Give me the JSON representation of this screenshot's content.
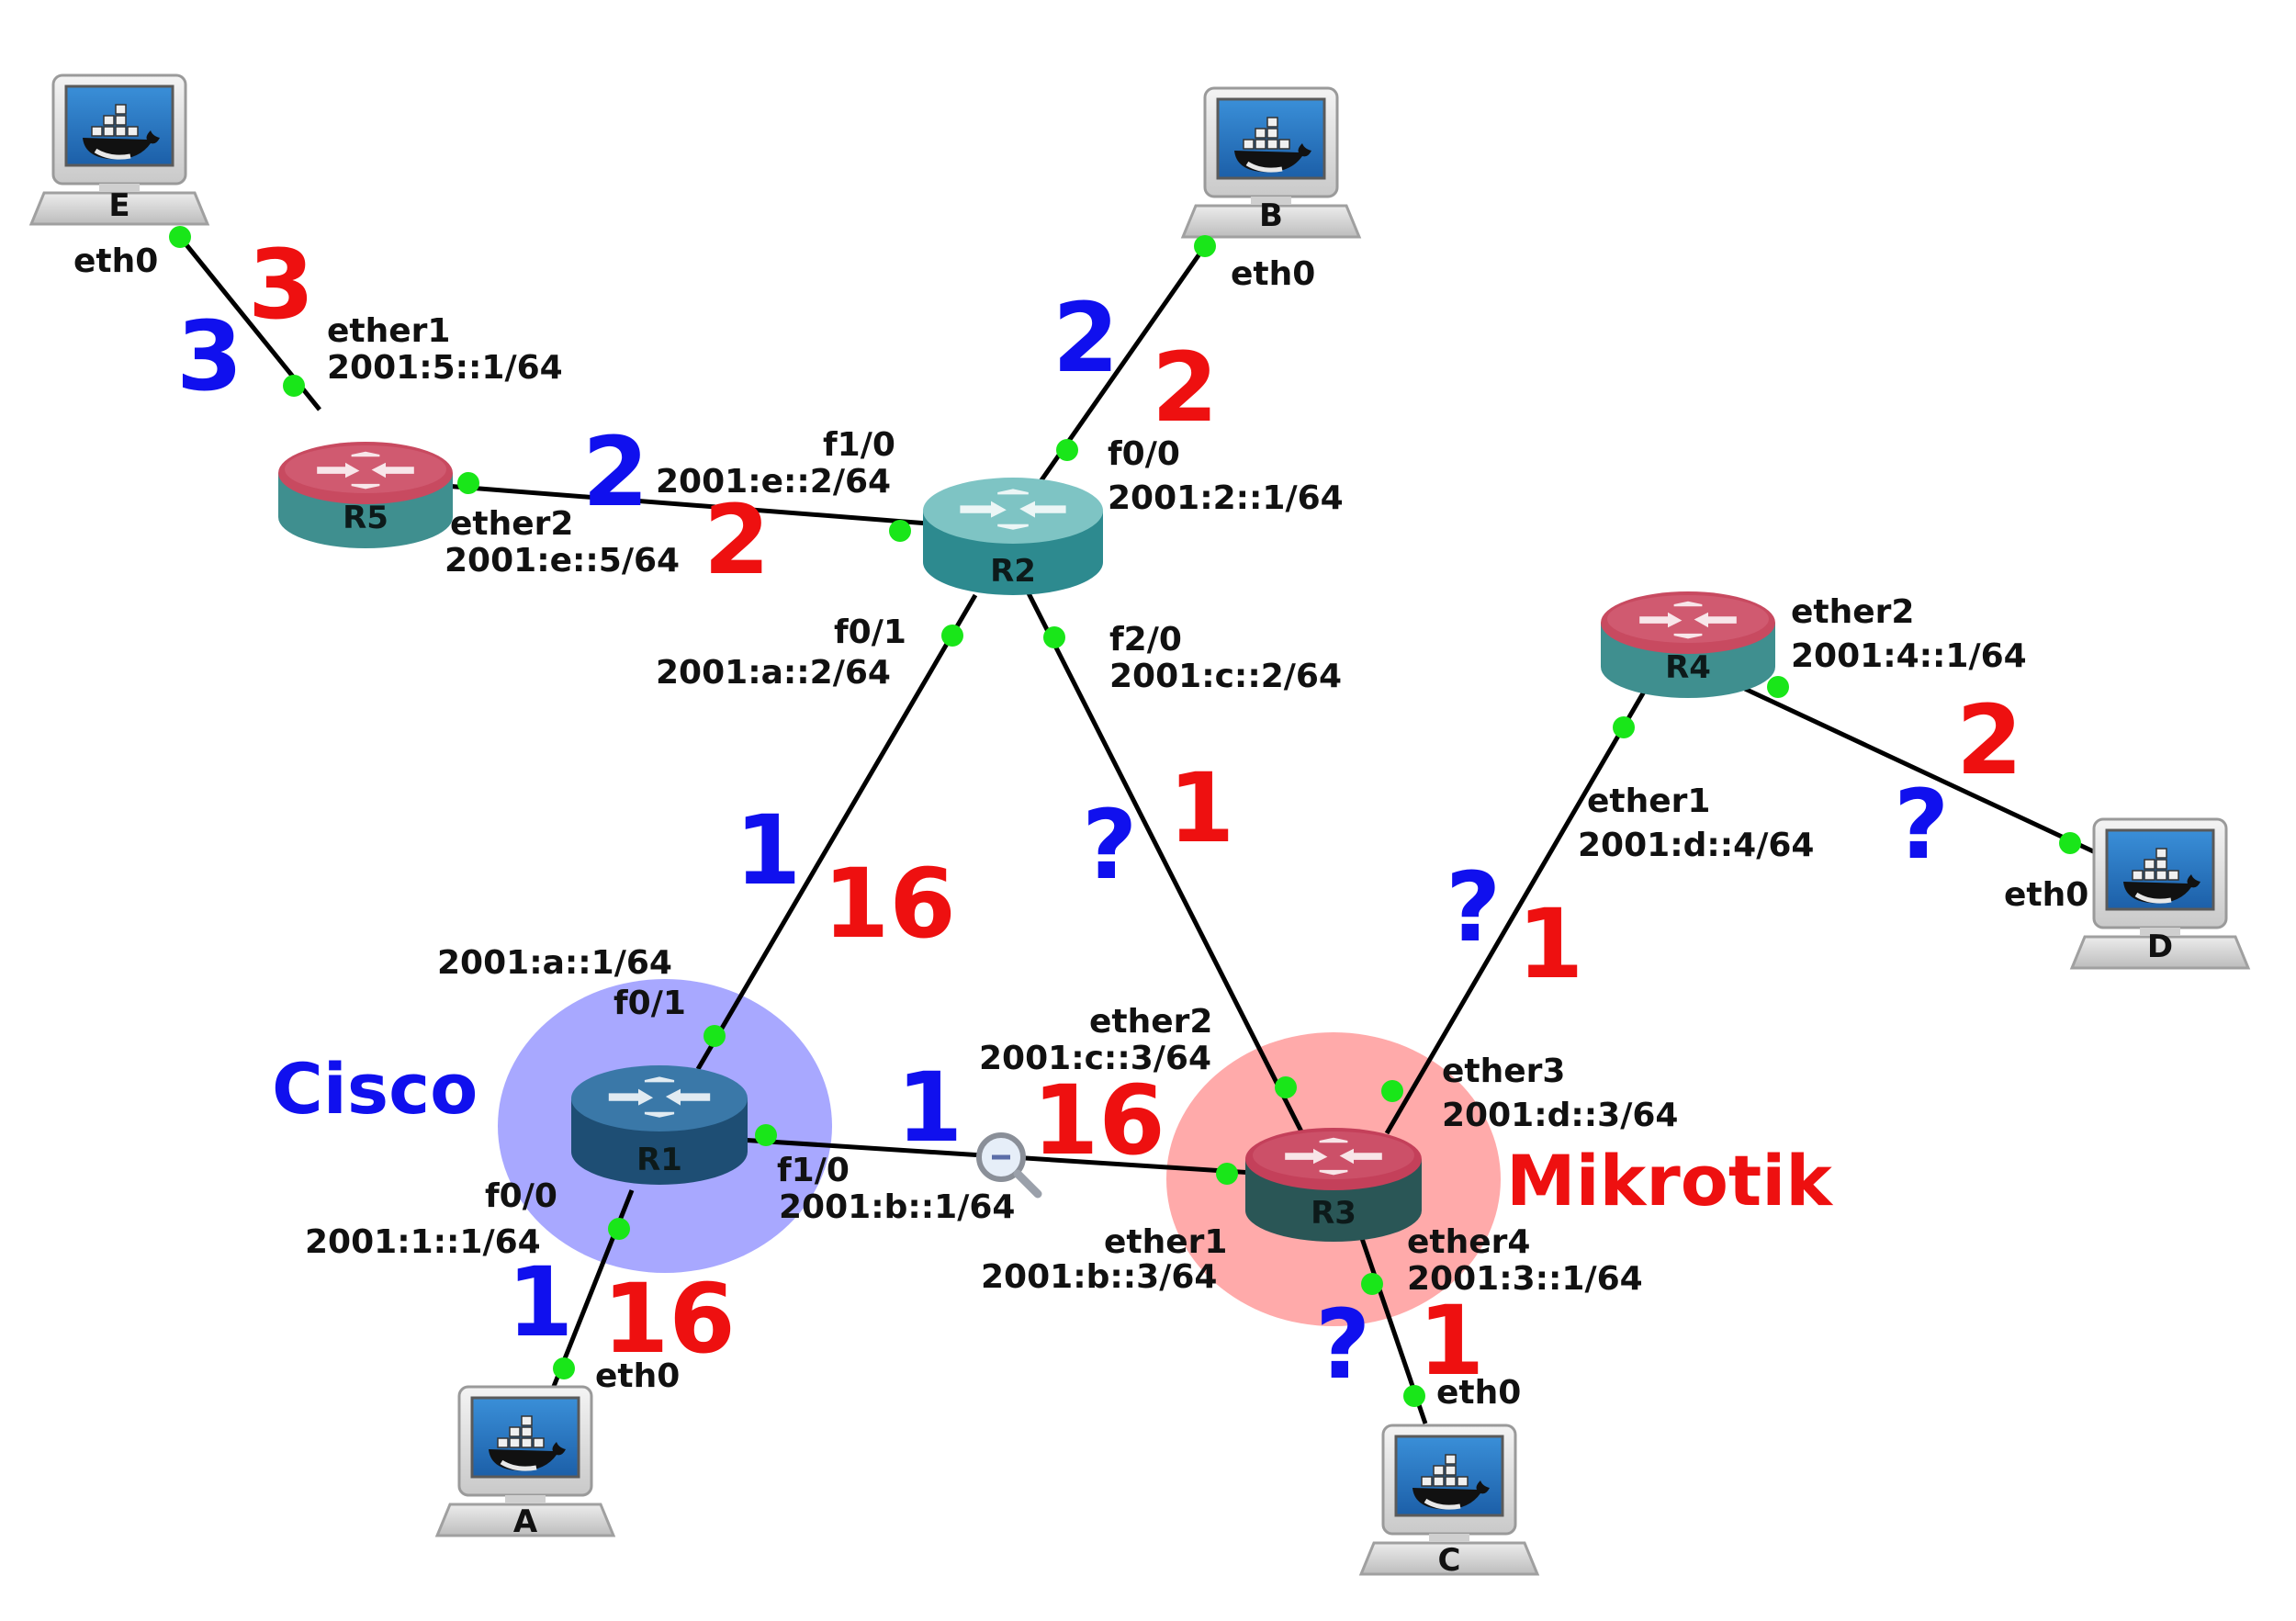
{
  "colors": {
    "cisco_metric": "#1010ee",
    "mikrotik_metric": "#ee1010",
    "cisco_zone": "#a8a8ff",
    "mikrotik_zone": "#ffaaaa",
    "port": "#19e619"
  },
  "zones": {
    "cisco": "Cisco",
    "mikrotik": "Mikrotik"
  },
  "routers": {
    "r1": "R1",
    "r2": "R2",
    "r3": "R3",
    "r4": "R4",
    "r5": "R5"
  },
  "hosts": {
    "a": "A",
    "b": "B",
    "c": "C",
    "d": "D",
    "e": "E"
  },
  "interfaces": {
    "e_eth0": "eth0",
    "r5_ether1": [
      "ether1",
      "2001:5::1/64"
    ],
    "r5_ether2": [
      "ether2",
      "2001:e::5/64"
    ],
    "r2_f1_0": [
      "f1/0",
      "2001:e::2/64"
    ],
    "r2_f0_0": [
      "f0/0",
      "2001:2::1/64"
    ],
    "b_eth0": "eth0",
    "r2_f0_1": [
      "f0/1",
      "2001:a::2/64"
    ],
    "r2_f2_0": [
      "f2/0",
      "2001:c::2/64"
    ],
    "r4_ether2": [
      "ether2",
      "2001:4::1/64"
    ],
    "r4_ether1": [
      "ether1",
      "2001:d::4/64"
    ],
    "d_eth0": "eth0",
    "r1_f0_1": [
      "2001:a::1/64",
      "f0/1"
    ],
    "r3_ether2": [
      "ether2",
      "2001:c::3/64"
    ],
    "r3_ether3": [
      "ether3",
      "2001:d::3/64"
    ],
    "r1_f1_0": [
      "f1/0",
      "2001:b::1/64"
    ],
    "r1_f0_0": [
      "f0/0",
      "2001:1::1/64"
    ],
    "r3_ether1": [
      "ether1",
      "2001:b::3/64"
    ],
    "r3_ether4": [
      "ether4",
      "2001:3::1/64"
    ],
    "a_eth0": "eth0",
    "c_eth0": "eth0"
  },
  "metrics": {
    "e_r5_red": "3",
    "e_r5_blue": "3",
    "r2_b_blue": "2",
    "r2_b_red": "2",
    "r5_r2_blue": "2",
    "r5_r2_red": "2",
    "r4_d_red": "2",
    "r4_d_blue": "?",
    "r2_r3_blue": "?",
    "r2_r3_red": "1",
    "r1_r2_blue": "1",
    "r1_r2_red": "16",
    "r3_r4_blue": "?",
    "r3_r4_red": "1",
    "r1_r3_blue": "1",
    "r1_r3_red": "16",
    "r1_a_blue": "1",
    "r1_a_red": "16",
    "r3_c_blue": "?",
    "r3_c_red": "1"
  }
}
